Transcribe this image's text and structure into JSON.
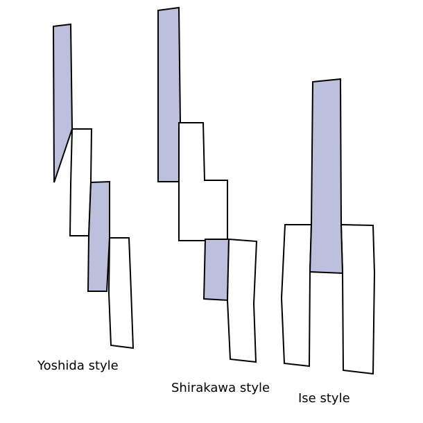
{
  "colors": {
    "background": "#ffffff",
    "shaded_paper": "#bcc0dc",
    "plain_paper": "#ffffff",
    "outline": "#000000"
  },
  "styles": [
    {
      "label": "Yoshida style"
    },
    {
      "label": "Shirakawa style"
    },
    {
      "label": "Ise style"
    }
  ]
}
